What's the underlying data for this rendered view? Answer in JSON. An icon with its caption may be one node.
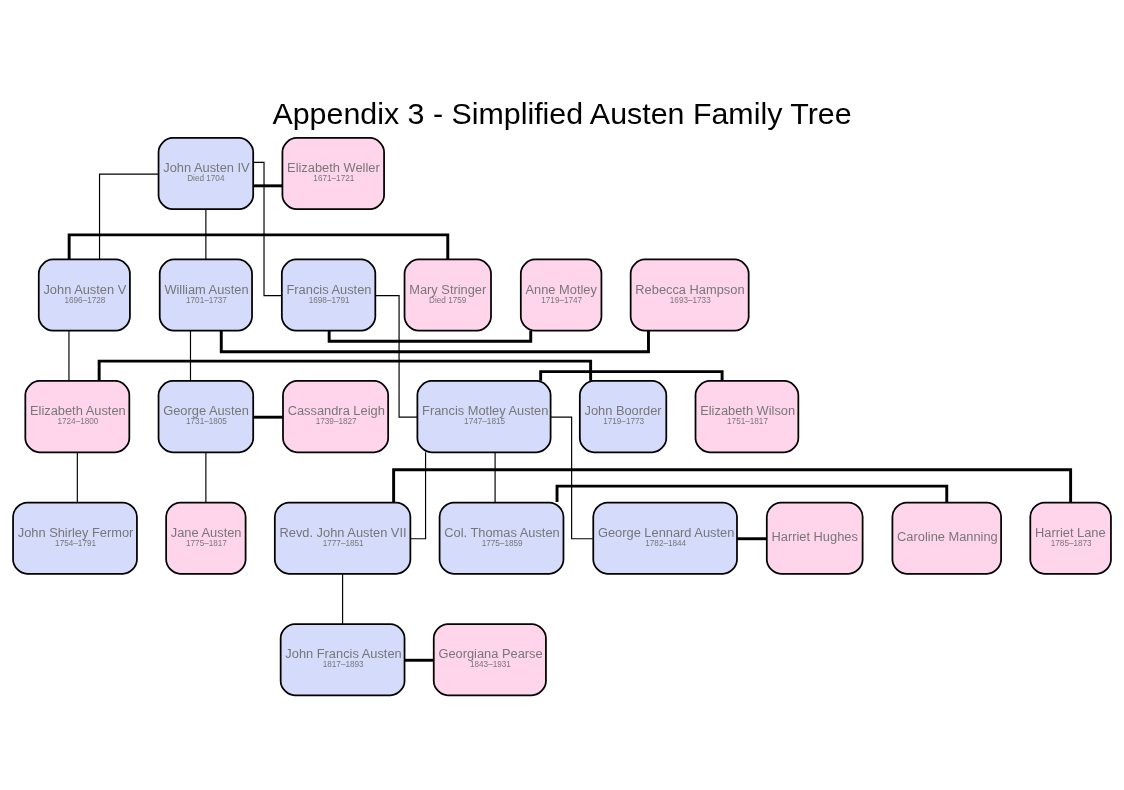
{
  "diagram": {
    "title": "Appendix 3 - Simplified Austen Family Tree",
    "nodes": [
      {
        "text": [
          "John Austen IV",
          "Died 1704"
        ]
      },
      {
        "text": [
          "Elizabeth Weller",
          "1671–1721"
        ]
      },
      {
        "text": [
          "John Austen V",
          "1696–1728"
        ]
      },
      {
        "text": [
          "Mary Stringer",
          "Died 1759"
        ]
      },
      {
        "text": [
          "Francis Austen",
          "1698–1791"
        ]
      },
      {
        "text": [
          "Anne Motley",
          "1719–1747"
        ]
      },
      {
        "text": [
          "William Austen",
          "1701–1737"
        ]
      },
      {
        "text": [
          "Rebecca Hampson",
          "1693–1733"
        ]
      },
      {
        "text": [
          "John Boorder",
          "1719–1773"
        ]
      },
      {
        "text": [
          "Elizabeth Austen",
          "1724–1800"
        ]
      },
      {
        "text": [
          "Francis Motley Austen",
          "1747–1815"
        ]
      },
      {
        "text": [
          "Elizabeth Wilson",
          "1751–1817"
        ]
      },
      {
        "text": [
          "George Austen",
          "1731–1805"
        ]
      },
      {
        "text": [
          "Cassandra Leigh",
          "1739–1827"
        ]
      },
      {
        "text": [
          "John Shirley Fermor",
          "1754–1791"
        ]
      },
      {
        "text": [
          "Col. Thomas Austen",
          "1775–1859"
        ]
      },
      {
        "text": [
          "Caroline Manning"
        ]
      },
      {
        "text": [
          "Revd. John Austen VII",
          "1777–1851"
        ]
      },
      {
        "text": [
          "Harriet Lane",
          "1785–1873"
        ]
      },
      {
        "text": [
          "George Lennard Austen",
          "1782–1844"
        ]
      },
      {
        "text": [
          "Harriet Hughes"
        ]
      },
      {
        "text": [
          "Jane Austen",
          "1775–1817"
        ]
      },
      {
        "text": [
          "John Francis Austen",
          "1817–1893"
        ]
      },
      {
        "text": [
          "Georgiana Pearse",
          "1843–1931"
        ]
      }
    ],
    "edges": [
      {
        "from": 0,
        "to": 1,
        "arrow": "none",
        "style": "thick"
      },
      {
        "from": 0,
        "to": 2,
        "arrow": "none"
      },
      {
        "from": 0,
        "to": 4,
        "arrow": "none"
      },
      {
        "from": 0,
        "to": 6,
        "arrow": "none"
      },
      {
        "from": 2,
        "to": 3,
        "arrow": "none",
        "style": "thick"
      },
      {
        "from": 4,
        "to": 5,
        "arrow": "none",
        "style": "thick"
      },
      {
        "from": 6,
        "to": 7,
        "arrow": "none",
        "style": "thick"
      },
      {
        "from": 2,
        "to": 9,
        "arrow": "none"
      },
      {
        "from": 4,
        "to": 10,
        "arrow": "none"
      },
      {
        "from": 6,
        "to": 12,
        "arrow": "none"
      },
      {
        "from": 8,
        "to": 9,
        "arrow": "none",
        "style": "thick"
      },
      {
        "from": 10,
        "to": 11,
        "arrow": "none",
        "style": "thick"
      },
      {
        "from": 12,
        "to": 13,
        "arrow": "none",
        "style": "thick"
      },
      {
        "from": 9,
        "to": 14,
        "arrow": "none"
      },
      {
        "from": 10,
        "to": 15,
        "arrow": "none"
      },
      {
        "from": 10,
        "to": 17,
        "arrow": "none"
      },
      {
        "from": 10,
        "to": 19,
        "arrow": "none"
      },
      {
        "from": 12,
        "to": 21,
        "arrow": "none"
      },
      {
        "from": 15,
        "to": 16,
        "arrow": "none",
        "style": "thick"
      },
      {
        "from": 17,
        "to": 18,
        "arrow": "none",
        "style": "thick"
      },
      {
        "from": 19,
        "to": 20,
        "arrow": "none",
        "style": "thick"
      },
      {
        "from": 17,
        "to": 22,
        "arrow": "none"
      },
      {
        "from": 22,
        "to": 23,
        "arrow": "none",
        "style": "thick"
      }
    ]
  }
}
